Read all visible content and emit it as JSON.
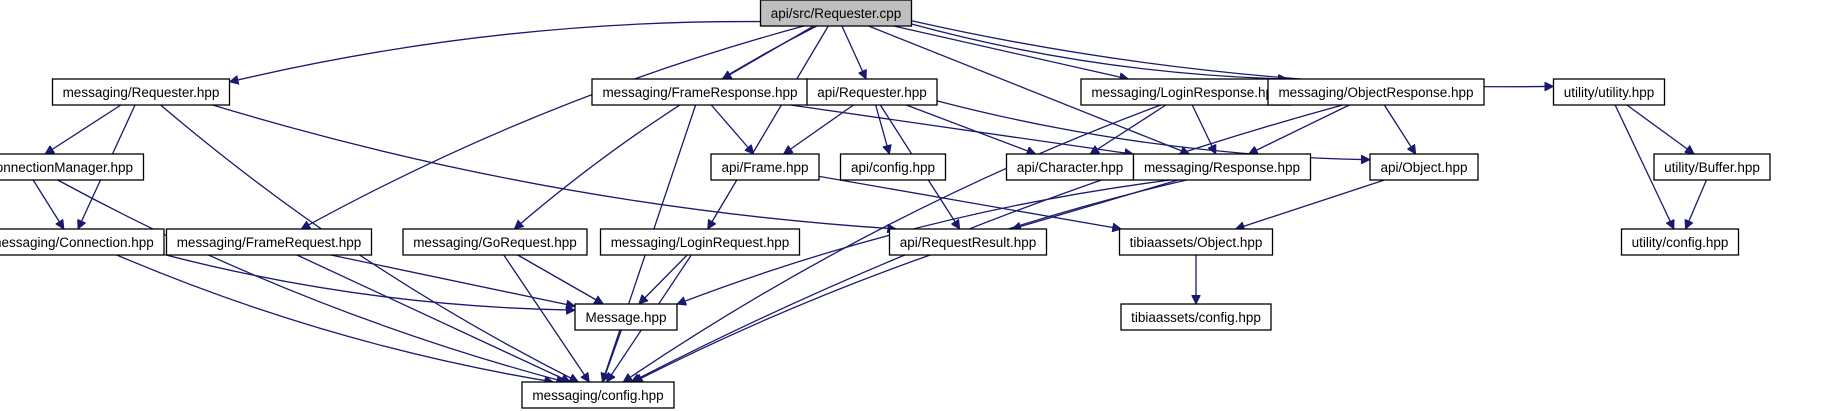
{
  "nodes": [
    {
      "id": "requester_cpp",
      "label": "api/src/Requester.cpp",
      "root": true
    },
    {
      "id": "msg_requester",
      "label": "messaging/Requester.hpp"
    },
    {
      "id": "msg_frameresponse",
      "label": "messaging/FrameResponse.hpp"
    },
    {
      "id": "api_requester",
      "label": "api/Requester.hpp"
    },
    {
      "id": "msg_loginresponse",
      "label": "messaging/LoginResponse.hpp"
    },
    {
      "id": "msg_objectresponse",
      "label": "messaging/ObjectResponse.hpp"
    },
    {
      "id": "util_utility",
      "label": "utility/utility.hpp"
    },
    {
      "id": "msg_connmanager",
      "label": "messaging/ConnectionManager.hpp"
    },
    {
      "id": "api_frame",
      "label": "api/Frame.hpp"
    },
    {
      "id": "api_config",
      "label": "api/config.hpp"
    },
    {
      "id": "api_character",
      "label": "api/Character.hpp"
    },
    {
      "id": "msg_response",
      "label": "messaging/Response.hpp"
    },
    {
      "id": "api_object",
      "label": "api/Object.hpp"
    },
    {
      "id": "util_buffer",
      "label": "utility/Buffer.hpp"
    },
    {
      "id": "msg_connection",
      "label": "messaging/Connection.hpp"
    },
    {
      "id": "msg_framerequest",
      "label": "messaging/FrameRequest.hpp"
    },
    {
      "id": "msg_gorequest",
      "label": "messaging/GoRequest.hpp"
    },
    {
      "id": "msg_loginrequest",
      "label": "messaging/LoginRequest.hpp"
    },
    {
      "id": "api_requestresult",
      "label": "api/RequestResult.hpp"
    },
    {
      "id": "tibia_object",
      "label": "tibiaassets/Object.hpp"
    },
    {
      "id": "util_config",
      "label": "utility/config.hpp"
    },
    {
      "id": "message",
      "label": "Message.hpp"
    },
    {
      "id": "tibia_config",
      "label": "tibiaassets/config.hpp"
    },
    {
      "id": "msg_config",
      "label": "messaging/config.hpp"
    }
  ],
  "edges": [
    {
      "from": "requester_cpp",
      "to": "msg_requester"
    },
    {
      "from": "requester_cpp",
      "to": "msg_frameresponse"
    },
    {
      "from": "requester_cpp",
      "to": "api_requester"
    },
    {
      "from": "requester_cpp",
      "to": "msg_loginresponse"
    },
    {
      "from": "requester_cpp",
      "to": "msg_objectresponse"
    },
    {
      "from": "requester_cpp",
      "to": "util_utility"
    },
    {
      "from": "requester_cpp",
      "to": "msg_framerequest"
    },
    {
      "from": "requester_cpp",
      "to": "msg_gorequest"
    },
    {
      "from": "requester_cpp",
      "to": "msg_loginrequest"
    },
    {
      "from": "requester_cpp",
      "to": "msg_response"
    },
    {
      "from": "msg_requester",
      "to": "msg_connmanager"
    },
    {
      "from": "msg_requester",
      "to": "msg_connection"
    },
    {
      "from": "msg_requester",
      "to": "api_requestresult"
    },
    {
      "from": "msg_requester",
      "to": "msg_config"
    },
    {
      "from": "msg_connmanager",
      "to": "msg_connection"
    },
    {
      "from": "msg_connmanager",
      "to": "msg_config"
    },
    {
      "from": "msg_connection",
      "to": "message"
    },
    {
      "from": "msg_connection",
      "to": "msg_config"
    },
    {
      "from": "msg_framerequest",
      "to": "message"
    },
    {
      "from": "msg_framerequest",
      "to": "msg_config"
    },
    {
      "from": "msg_gorequest",
      "to": "message"
    },
    {
      "from": "msg_gorequest",
      "to": "msg_config"
    },
    {
      "from": "msg_loginrequest",
      "to": "message"
    },
    {
      "from": "msg_loginrequest",
      "to": "msg_config"
    },
    {
      "from": "message",
      "to": "msg_config"
    },
    {
      "from": "msg_frameresponse",
      "to": "api_frame"
    },
    {
      "from": "msg_frameresponse",
      "to": "msg_response"
    },
    {
      "from": "msg_frameresponse",
      "to": "msg_config"
    },
    {
      "from": "api_requester",
      "to": "api_frame"
    },
    {
      "from": "api_requester",
      "to": "api_config"
    },
    {
      "from": "api_requester",
      "to": "api_character"
    },
    {
      "from": "api_requester",
      "to": "api_requestresult"
    },
    {
      "from": "api_requester",
      "to": "api_object"
    },
    {
      "from": "api_frame",
      "to": "tibia_object"
    },
    {
      "from": "msg_loginresponse",
      "to": "api_character"
    },
    {
      "from": "msg_loginresponse",
      "to": "msg_response"
    },
    {
      "from": "msg_loginresponse",
      "to": "msg_config"
    },
    {
      "from": "msg_objectresponse",
      "to": "msg_response"
    },
    {
      "from": "msg_objectresponse",
      "to": "api_object"
    },
    {
      "from": "msg_objectresponse",
      "to": "msg_config"
    },
    {
      "from": "msg_response",
      "to": "api_requestresult"
    },
    {
      "from": "msg_response",
      "to": "message"
    },
    {
      "from": "msg_response",
      "to": "msg_config"
    },
    {
      "from": "api_object",
      "to": "tibia_object"
    },
    {
      "from": "tibia_object",
      "to": "tibia_config"
    },
    {
      "from": "util_utility",
      "to": "util_buffer"
    },
    {
      "from": "util_utility",
      "to": "util_config"
    },
    {
      "from": "util_buffer",
      "to": "util_config"
    }
  ],
  "colors": {
    "edge": "#191970",
    "root_fill": "#bfbfbf",
    "node_fill": "#ffffff",
    "node_stroke": "#000000"
  }
}
